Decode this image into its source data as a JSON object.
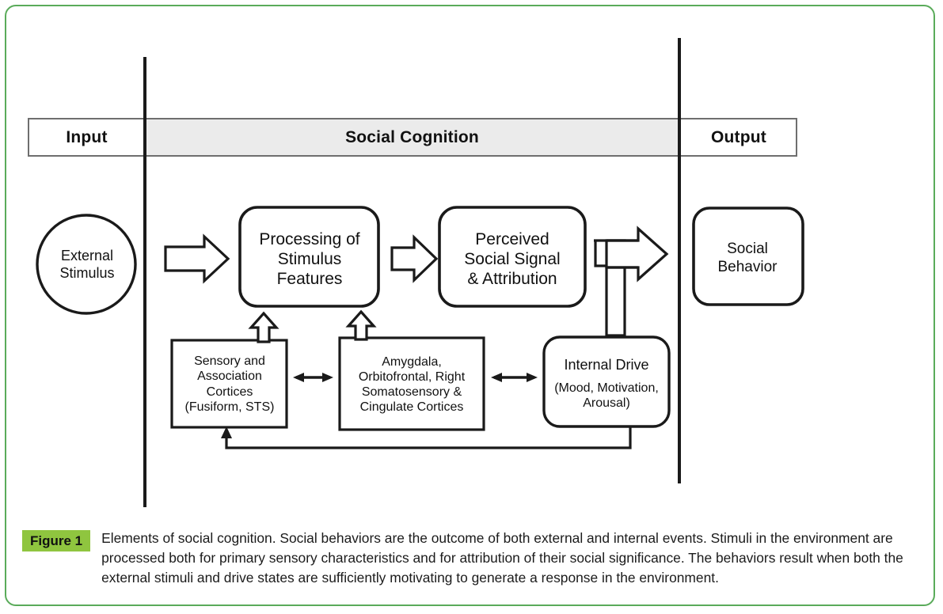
{
  "figure": {
    "frame_color": "#5aab5a",
    "badge_color": "#8fc53f",
    "band_fill": "#ebebeb",
    "stroke_color": "#1a1a1a",
    "badge_label": "Figure 1",
    "caption": "Elements of social cognition. Social behaviors are the outcome of both external and internal events. Stimuli in the environment are processed both for primary sensory characteristics and for attribution of their social significance. The behaviors result when both the external stimuli and drive states are sufficiently motivating to generate a response in the environment."
  },
  "band": {
    "input": "Input",
    "social_cognition": "Social Cognition",
    "output": "Output"
  },
  "nodes": {
    "external_stimulus": {
      "lines": [
        "External",
        "Stimulus"
      ]
    },
    "processing": {
      "lines": [
        "Processing of",
        "Stimulus",
        "Features"
      ]
    },
    "perceived": {
      "lines": [
        "Perceived",
        "Social Signal",
        "& Attribution"
      ]
    },
    "social_behavior": {
      "lines": [
        "Social",
        "Behavior"
      ]
    },
    "sensory_cortices": {
      "lines": [
        "Sensory and",
        "Association",
        "Cortices",
        "(Fusiform, STS)"
      ]
    },
    "amygdala": {
      "lines": [
        "Amygdala,",
        "Orbitofrontal, Right",
        "Somatosensory &",
        "Cingulate Cortices"
      ]
    },
    "internal_drive": {
      "title": "Internal Drive",
      "lines": [
        "(Mood, Motivation,",
        "Arousal)"
      ]
    }
  },
  "connectors": {
    "stimulus_to_processing": "block-arrow-right",
    "processing_to_perceived": "block-arrow-right",
    "perceived_to_behavior": "block-arrow-right-with-riser",
    "sensory_up": "block-arrow-up",
    "amygdala_up": "block-arrow-up",
    "sensory_amygdala_link": "double-headed-arrow",
    "amygdala_internal_link": "double-headed-arrow",
    "internal_feedback": "feedback-arrow-to-sensory"
  }
}
